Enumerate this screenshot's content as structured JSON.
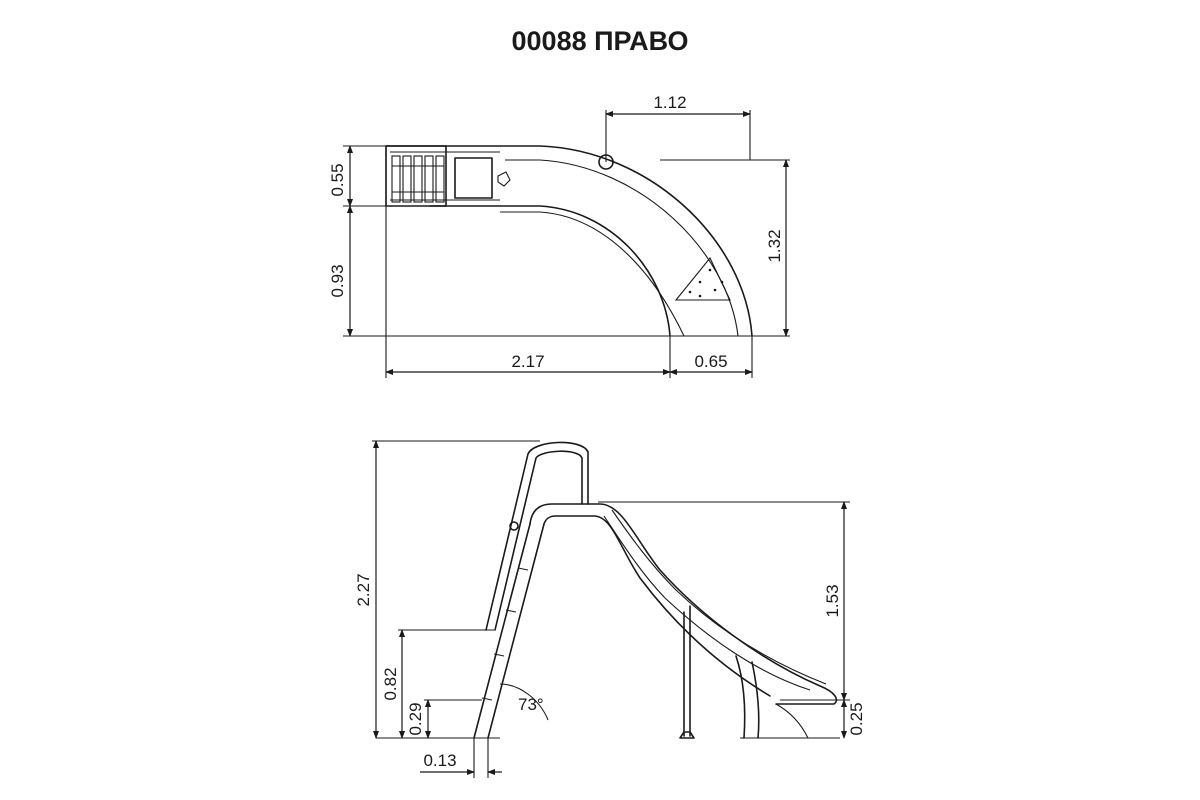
{
  "title": "00088 ПРАВО",
  "top_view": {
    "dims": {
      "curve_offset": "1.12",
      "deck_depth": "0.55",
      "lower_depth": "0.93",
      "exit_depth": "1.32",
      "length": "2.17",
      "exit_width": "0.65"
    }
  },
  "side_view": {
    "dims": {
      "total_height": "2.27",
      "slide_height": "1.53",
      "step_height": "0.82",
      "low_step_height": "0.29",
      "exit_height": "0.25",
      "ladder_offset": "0.13",
      "angle": "73°"
    }
  }
}
